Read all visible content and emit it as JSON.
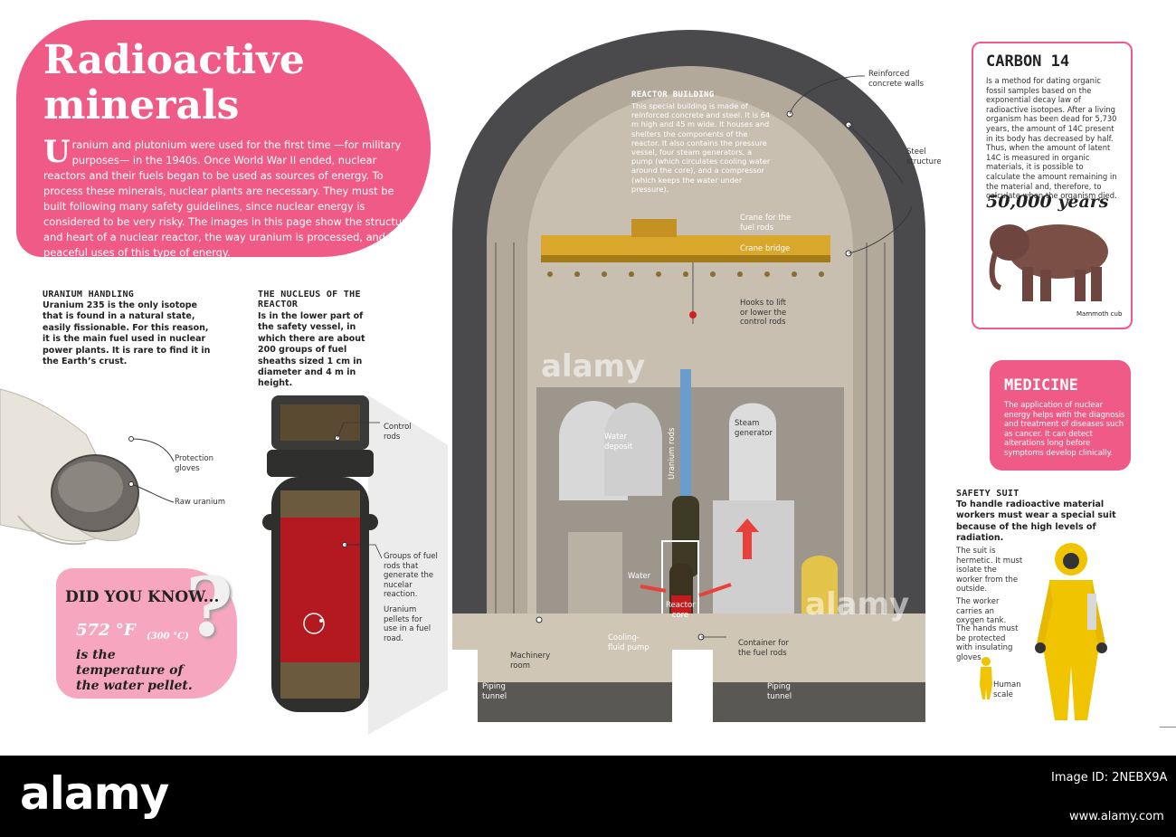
{
  "title": "Radioactive minerals",
  "intro": {
    "drop_cap": "U",
    "text": "ranium and plutonium were used for the first time —for military purposes— in the 1940s. Once World War II ended, nuclear reactors and their fuels began to be used as sources of energy. To process these minerals, nuclear plants are necessary. They must be built following many safety guidelines, since nuclear energy is considered to be very risky. The images in this page show the structure and heart of a nuclear reactor, the way uranium is processed, and the peaceful uses of this type of energy."
  },
  "uranium_handling": {
    "title": "URANIUM HANDLING",
    "body": "Uranium 235 is the only isotope that is found in a natural state, easily fissionable. For this reason, it is the main fuel used in nuclear power plants. It is rare to find it in the Earth’s crust.",
    "labels": [
      "Protection gloves",
      "Raw uranium"
    ]
  },
  "nucleus": {
    "title": "THE NUCLEUS OF THE REACTOR",
    "body": "Is in the lower part of the safety vessel, in which there are about 200 groups of fuel sheaths sized 1 cm in diameter and 4 m in height.",
    "labels": {
      "control_rods": "Control rods",
      "groups": "Groups of fuel rods that generate the nucelar reaction.",
      "pellets": "Uranium pellets for use in a fuel road."
    }
  },
  "did_you_know": {
    "heading": "DID YOU KNOW...",
    "temp_f": "572 °F",
    "temp_c": "(300 °C)",
    "caption": "is the temperature of the water pellet."
  },
  "reactor_building": {
    "title": "REACTOR BUILDING",
    "body": "This special building is made of reinforced concrete and steel. It is 64 m high and 45 m wide. It houses and shelters the components of the reactor. It also contains the pressure vessel, four steam generators, a pump (which circulates cooling water around the core), and a compressor (which keeps the water under pressure).",
    "labels": {
      "concrete": "Reinforced concrete walls",
      "steel": "Steel structure",
      "crane": "Crane for the fuel rods",
      "crane_bridge": "Crane bridge",
      "hooks": "Hooks to lift or lower the control rods",
      "water_deposit": "Water deposit",
      "uranium_rods": "Uranium rods",
      "steam_generator": "Steam generator",
      "water": "Water",
      "reactor_core": "Reactor core",
      "cooling_pump": "Cooling-fluid pump",
      "machinery_room": "Machinery room",
      "container": "Container for the fuel rods",
      "piping_tunnel_left": "Piping tunnel",
      "piping_tunnel_right": "Piping tunnel"
    }
  },
  "carbon14": {
    "title": "CARBON 14",
    "body": "Is a method for dating organic fossil samples based on the exponential decay law of radioactive isotopes. After a living organism has been dead for 5,730 years, the amount of 14C present in its body has decreased by half. Thus, when the amount of latent 14C is measured in organic materials, it is possible to calculate the amount remaining in the material and, therefore, to calculate when the organism died.",
    "years": "50,000 years",
    "caption": "Mammoth cub"
  },
  "medicine": {
    "title": "MEDICINE",
    "body": "The application of nuclear energy helps with the diagnosis and treatment of diseases such as cancer. It can detect alterations long before symptoms develop clinically."
  },
  "safety_suit": {
    "title": "SAFETY SUIT",
    "body": "To handle radioactive material workers must wear a special suit because of the high levels of radiation.",
    "labels": {
      "hermetic": "The suit is hermetic. It must isolate the worker from the outside.",
      "oxygen": "The worker carries an oxygen tank.",
      "hands": "The hands must be protected with insulating gloves.",
      "scale": "Human scale"
    }
  },
  "watermark": "alamy",
  "footer": {
    "logo": "alamy",
    "image_id_label": "Image ID: 2NEBX9A",
    "url": "www.alamy.com"
  },
  "colors": {
    "pink": "#ef5a87",
    "light_pink": "#f6a7bf",
    "concrete": "#4a4a4d",
    "crane": "#d9a72b"
  }
}
